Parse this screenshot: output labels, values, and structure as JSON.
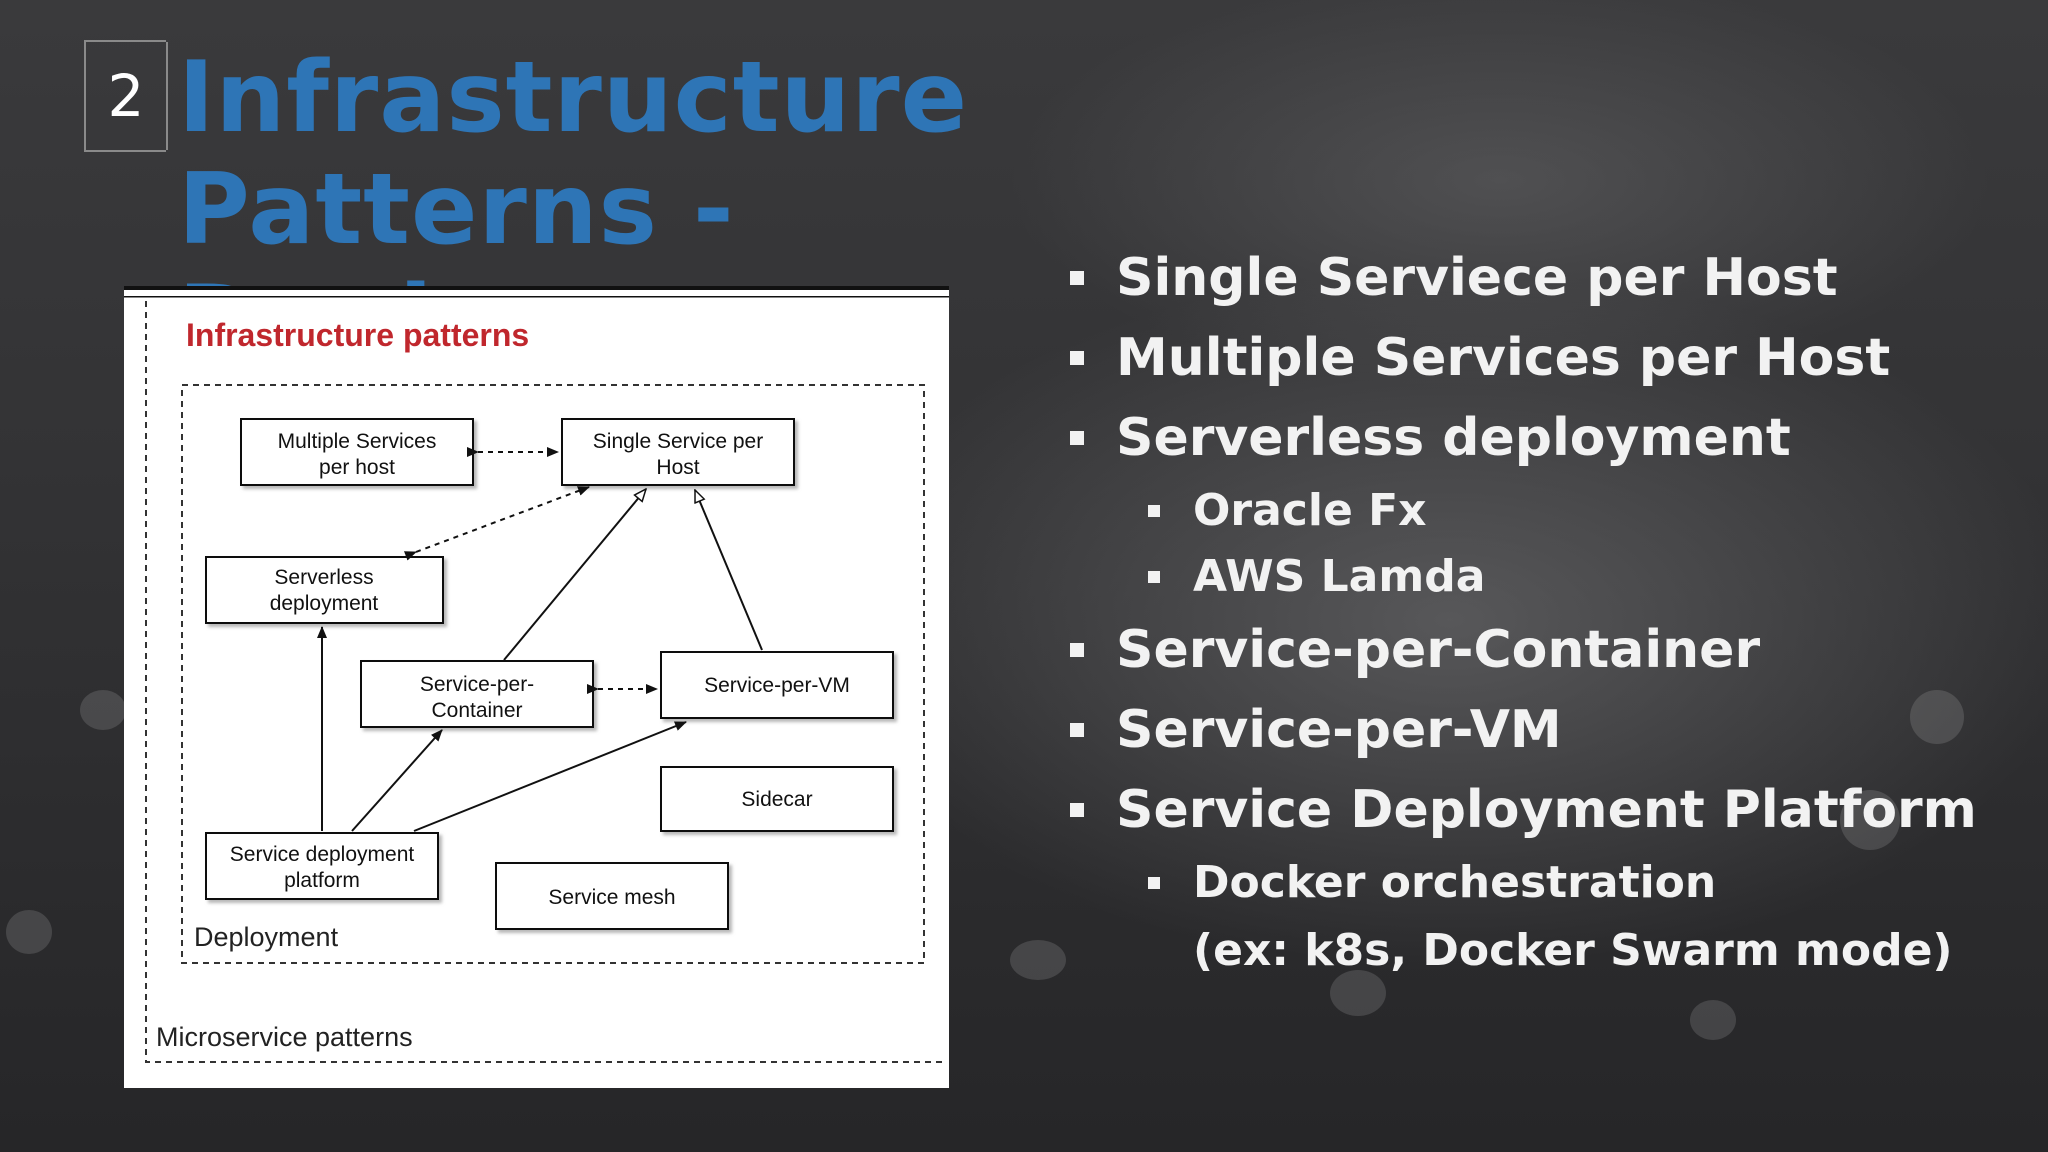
{
  "slide": {
    "number": "2",
    "title_line1": "Infrastructure Patterns -",
    "title_line2": "Deployment"
  },
  "diagram": {
    "heading": "Infrastructure patterns",
    "inner_label": "Deployment",
    "outer_label": "Microservice patterns",
    "nodes": {
      "multiple_services_line1": "Multiple Services",
      "multiple_services_line2": "per host",
      "single_service_line1": "Single Service per",
      "single_service_line2": "Host",
      "serverless_line1": "Serverless",
      "serverless_line2": "deployment",
      "service_per_container_line1": "Service-per-",
      "service_per_container_line2": "Container",
      "service_per_vm": "Service-per-VM",
      "sidecar": "Sidecar",
      "platform_line1": "Service deployment",
      "platform_line2": "platform",
      "service_mesh": "Service mesh"
    },
    "heading_color": "#c0272d"
  },
  "bullets": [
    {
      "level": 1,
      "text": "Single Serviece per Host"
    },
    {
      "level": 1,
      "text": "Multiple Services per Host"
    },
    {
      "level": 1,
      "text": "Serverless deployment"
    },
    {
      "level": 2,
      "text": "Oracle Fx"
    },
    {
      "level": 2,
      "text": "AWS Lamda"
    },
    {
      "level": 1,
      "text": "Service-per-Container"
    },
    {
      "level": 1,
      "text": "Service-per-VM"
    },
    {
      "level": 1,
      "text": "Service Deployment Platform"
    },
    {
      "level": 2,
      "text": "Docker orchestration"
    },
    {
      "level": 2,
      "text": "(ex: k8s, Docker Swarm mode)"
    }
  ],
  "colors": {
    "title": "#2e75b6",
    "bullet_text": "#f2f2f2",
    "background": "#2c2c2e"
  }
}
